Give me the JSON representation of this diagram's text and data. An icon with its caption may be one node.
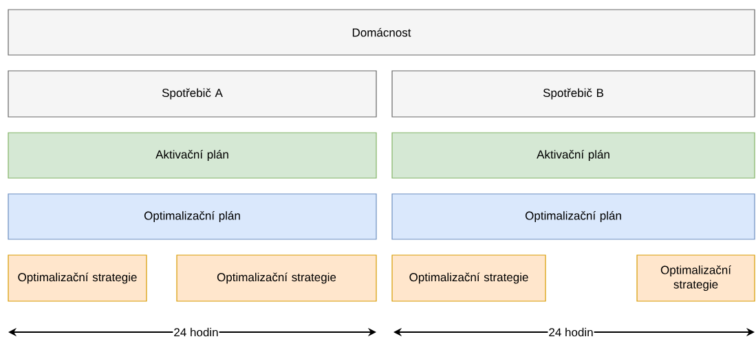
{
  "diagram": {
    "nodes": [
      {
        "text": [
          "Domácnost"
        ]
      },
      {
        "text": [
          "Spotřebič A"
        ]
      },
      {
        "text": [
          "Spotřebič B"
        ]
      },
      {
        "text": [
          "Aktivační plán"
        ]
      },
      {
        "text": [
          "Aktivační plán"
        ]
      },
      {
        "text": [
          "Optimalizační plán"
        ]
      },
      {
        "text": [
          "Optimalizační plán"
        ]
      },
      {
        "text": [
          "Optimalizační strategie"
        ]
      },
      {
        "text": [
          "Optimalizační strategie"
        ]
      },
      {
        "text": [
          "Optimalizační strategie"
        ]
      },
      {
        "text": [
          "Optimalizační strategie"
        ]
      }
    ],
    "labels": [
      "24 hodin",
      "24 hodin"
    ]
  }
}
